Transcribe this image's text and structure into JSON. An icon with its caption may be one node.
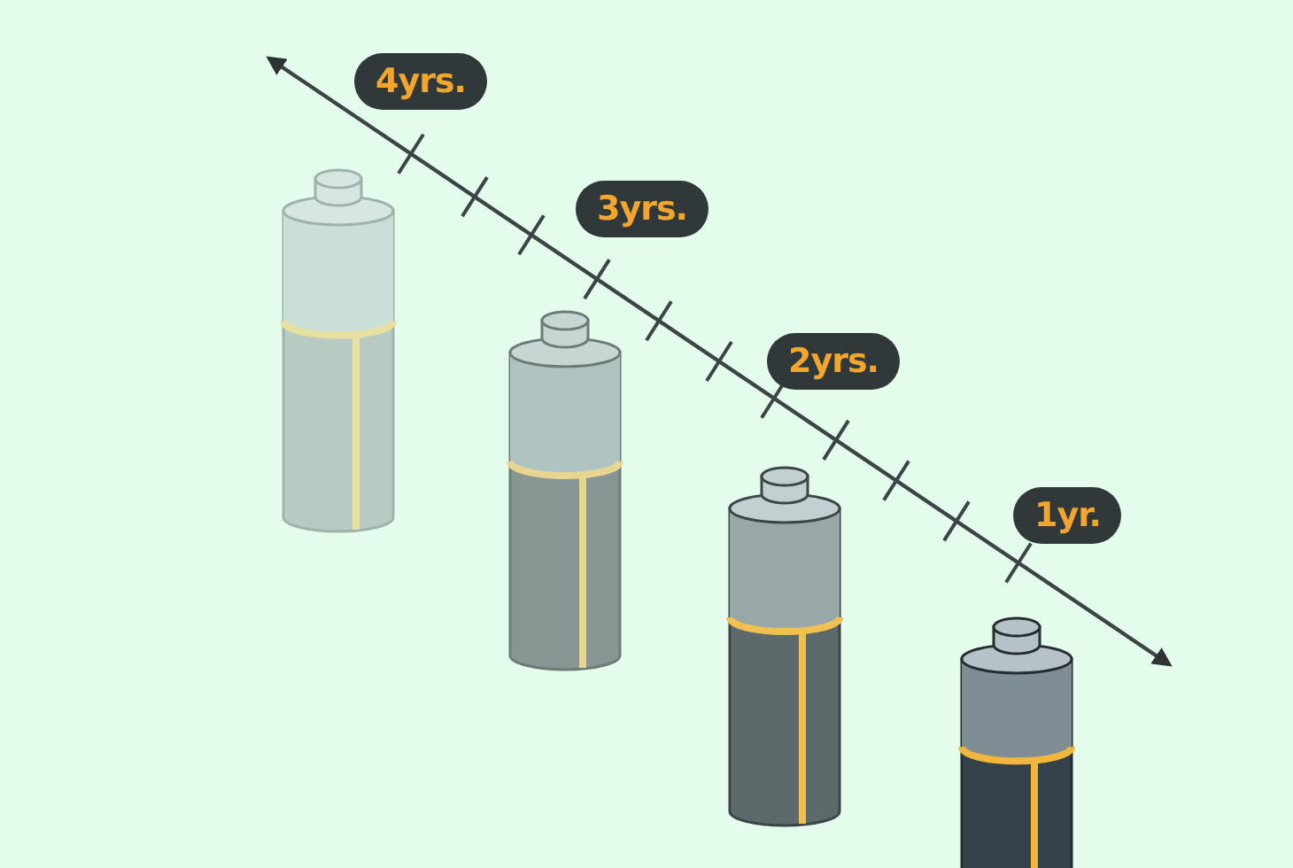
{
  "diagram": {
    "nodes": [
      {
        "text": [
          "4yrs."
        ]
      },
      {
        "text": [
          "3yrs."
        ]
      },
      {
        "text": [
          "2yrs."
        ]
      },
      {
        "text": [
          "1yr."
        ]
      }
    ]
  }
}
